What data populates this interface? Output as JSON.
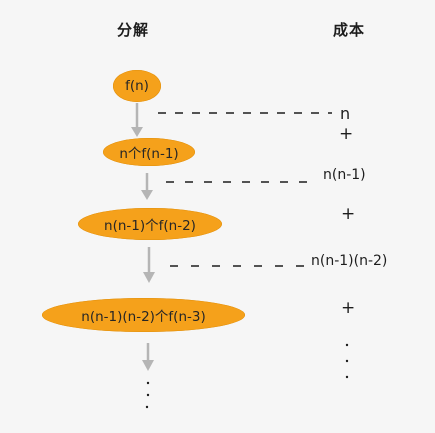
{
  "headers": {
    "decomposition": "分解",
    "cost": "成本"
  },
  "nodes": [
    {
      "label": "f(n)"
    },
    {
      "label": "n个f(n-1)"
    },
    {
      "label": "n(n-1)个f(n-2)"
    },
    {
      "label": "n(n-1)(n-2)个f(n-3)"
    }
  ],
  "costs": [
    {
      "value": "n"
    },
    {
      "value": "n(n-1)"
    },
    {
      "value": "n(n-1)(n-2)"
    }
  ],
  "operators": [
    "+",
    "+",
    "+"
  ],
  "colors": {
    "node_fill": "#f5a11b",
    "arrow": "#b5b5b5",
    "text": "#1d1d1d",
    "background": "#f6f6f6"
  }
}
